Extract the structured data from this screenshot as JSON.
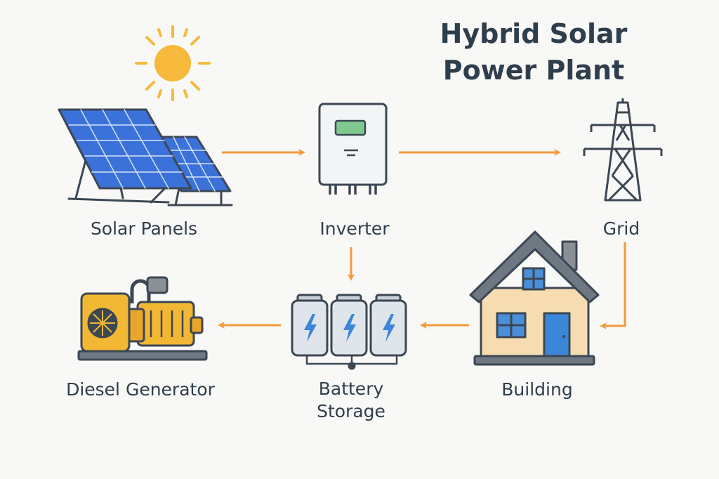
{
  "title": {
    "line1": "Hybrid Solar",
    "line2": "Power Plant"
  },
  "labels": {
    "solar_panels": "Solar Panels",
    "inverter": "Inverter",
    "grid": "Grid",
    "building": "Building",
    "battery_line1": "Battery",
    "battery_line2": "Storage",
    "diesel_generator": "Diesel Generator"
  },
  "colors": {
    "arrow": "#f39a3c",
    "outline": "#3c4754",
    "sun": "#f6b93b",
    "panel": "#3b72d9",
    "generator": "#f2b733",
    "wall": "#f6dcb0",
    "roof": "#6e7882",
    "door": "#3b86d9",
    "bolt": "#3b86d9",
    "battery": "#dfe5ea",
    "inverter_display": "#7fc98e"
  },
  "icons": [
    "sun-icon",
    "solar-panel-icon",
    "inverter-icon",
    "power-tower-icon",
    "house-icon",
    "battery-icon",
    "generator-icon"
  ]
}
